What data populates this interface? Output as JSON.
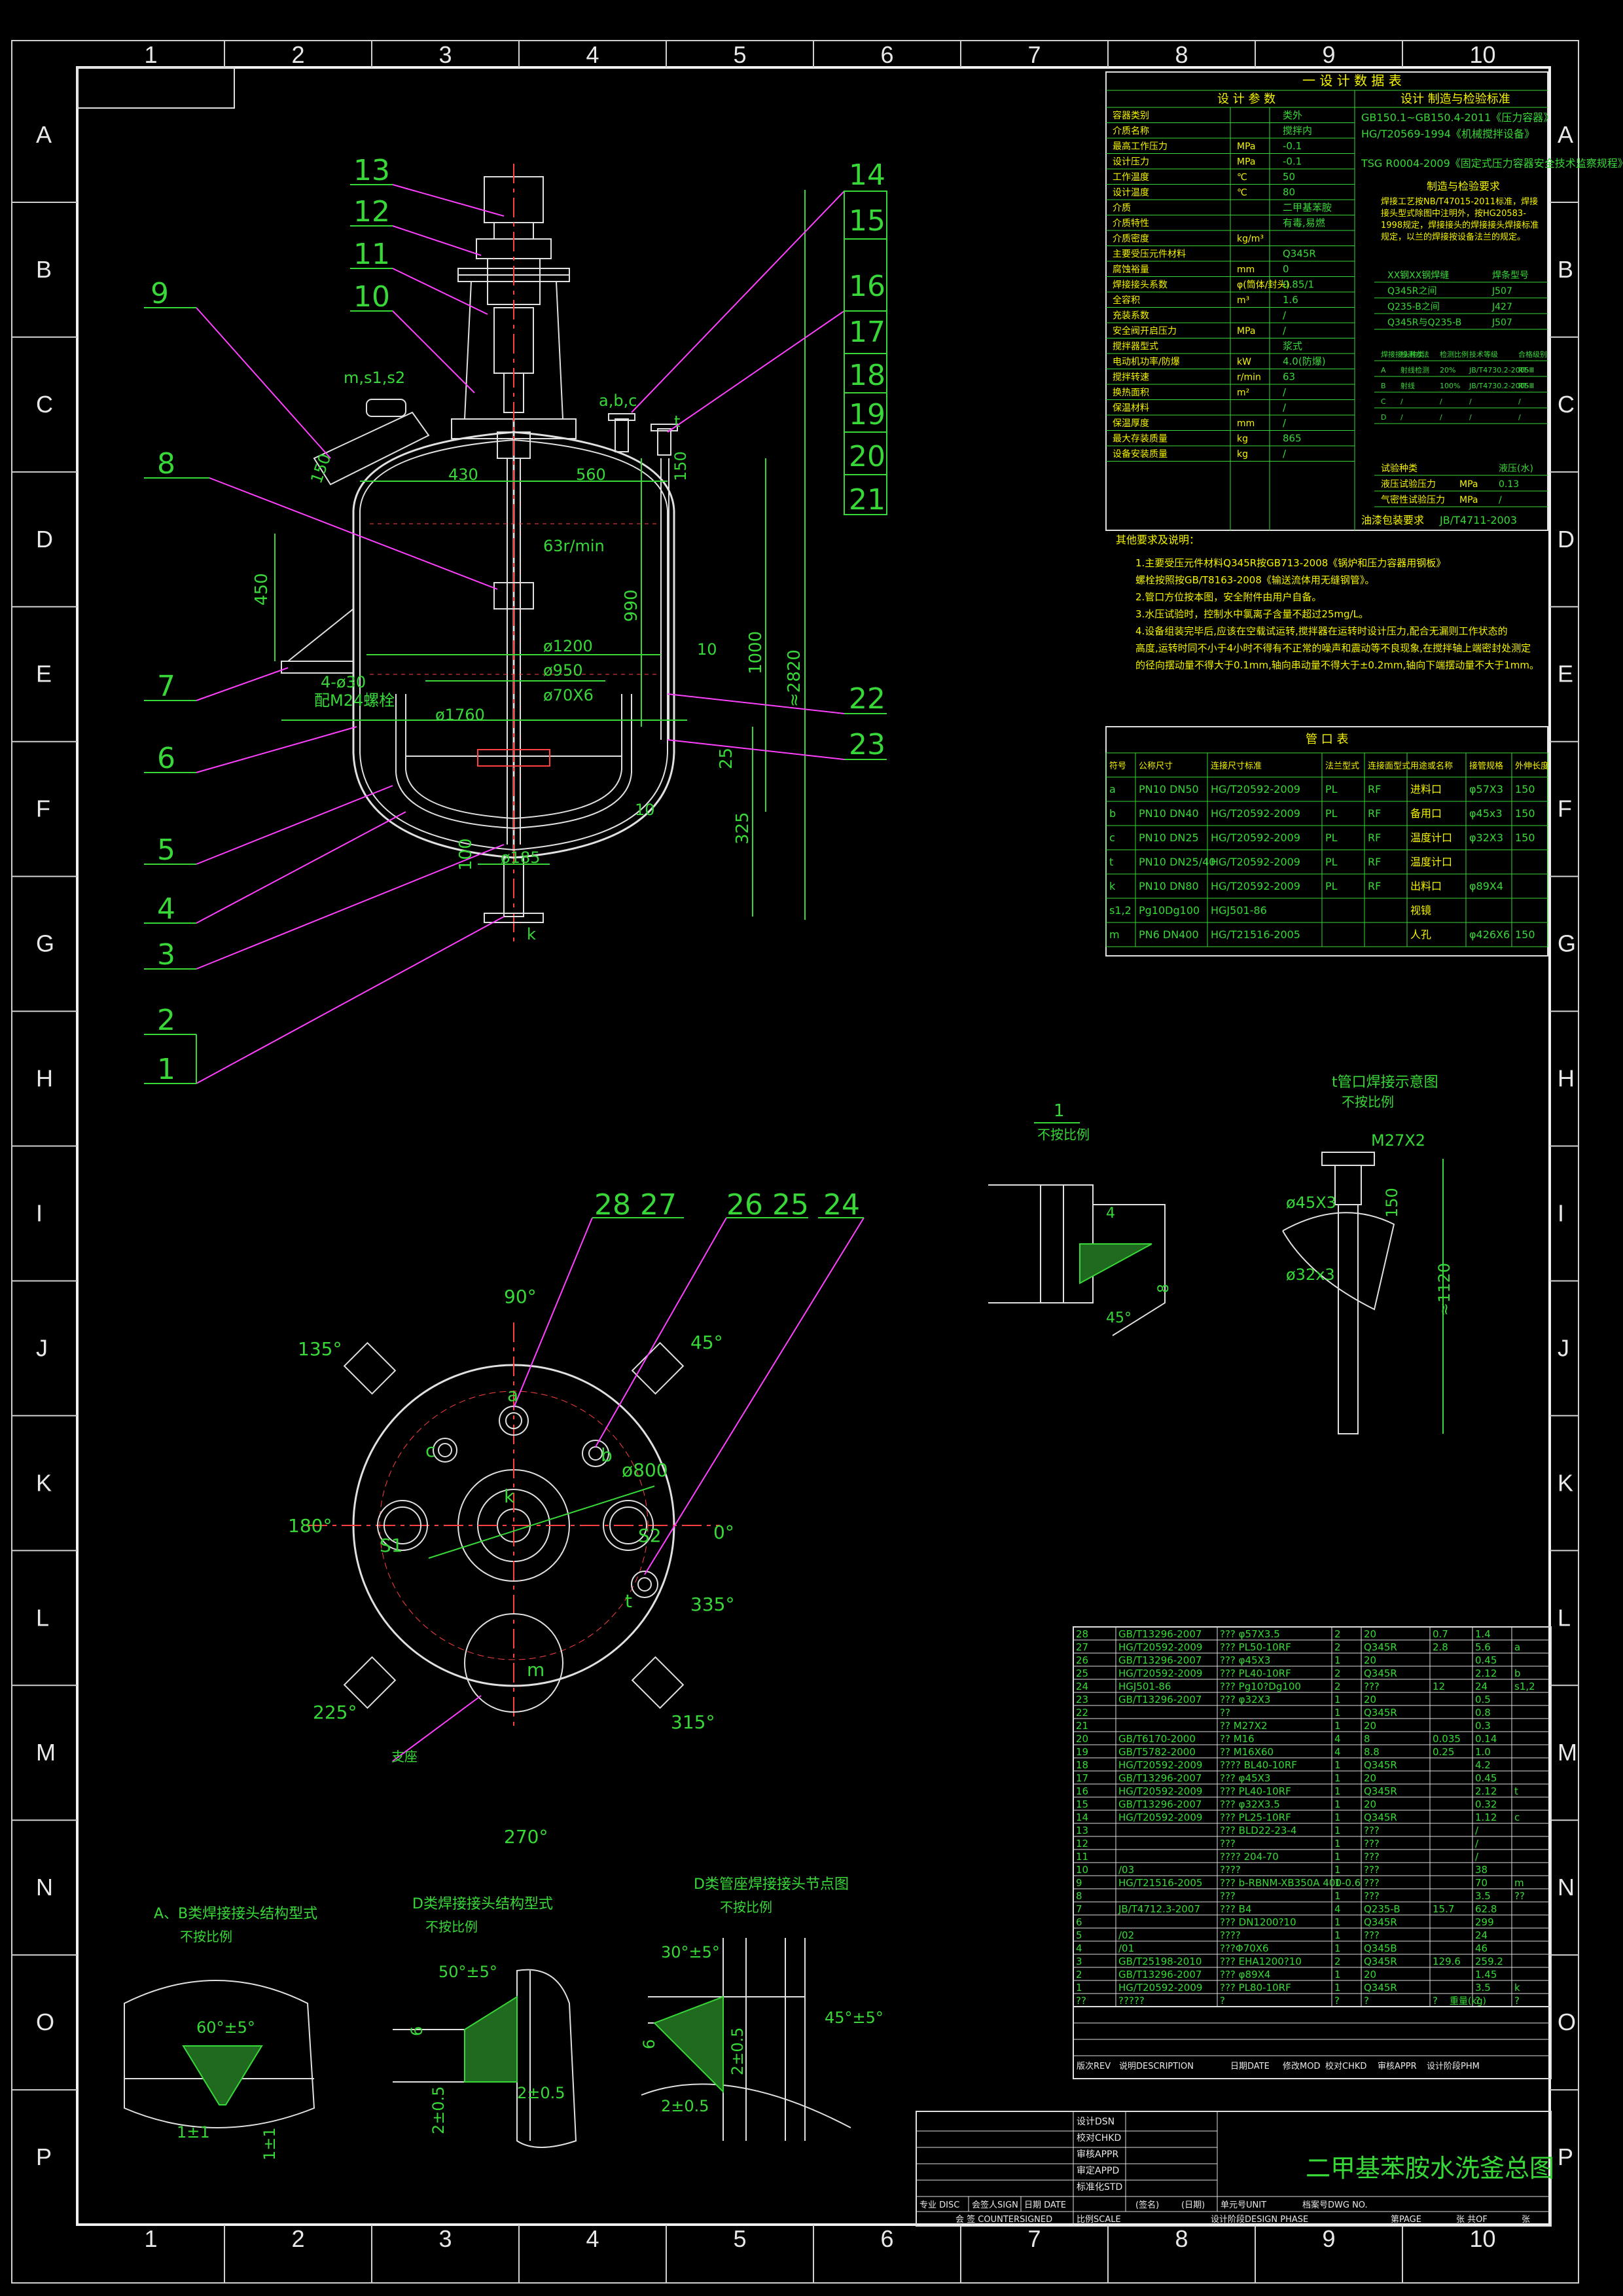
{
  "grid": {
    "cols": [
      "1",
      "2",
      "3",
      "4",
      "5",
      "6",
      "7",
      "8",
      "9",
      "10"
    ],
    "rows": [
      "A",
      "B",
      "C",
      "D",
      "E",
      "F",
      "G",
      "H",
      "I",
      "J",
      "K",
      "L",
      "M",
      "N",
      "O",
      "P"
    ]
  },
  "title_block": {
    "drawing_title": "二甲基苯胺水洗釜总图",
    "rows_left": [
      "设计DSN",
      "校对CHKD",
      "审核APPR",
      "审定APPD",
      "标准化STD"
    ],
    "bottom_labels": [
      "专业 DISC",
      "会签人SIGN",
      "日期 DATE",
      "会 签 COUNTERSIGNED"
    ],
    "footer": [
      "比例SCALE",
      "设计阶段DESIGN PHASE",
      "第PAGE",
      "张 共OF",
      "张"
    ],
    "mid": [
      "(签名)",
      "(日期)",
      "单元号UNIT",
      "档案号DWG NO."
    ],
    "rev_header": [
      "版次REV",
      "说明DESCRIPTION",
      "日期DATE",
      "修改MOD",
      "校对CHKD",
      "审核APPR",
      "设计阶段PHM"
    ]
  },
  "design_table": {
    "header": "一 设 计 数 据 表",
    "col_param": "设 计 参 数",
    "col_std": "设计 制造与检验标准",
    "rows": [
      [
        "容器类别",
        "类外"
      ],
      [
        "介质名称",
        "搅拌内"
      ],
      [
        "最高工作压力",
        "MPa",
        "-0.1"
      ],
      [
        "设计压力",
        "MPa",
        "-0.1"
      ],
      [
        "工作温度",
        "℃",
        "50"
      ],
      [
        "设计温度",
        "℃",
        "80"
      ],
      [
        "介质",
        "",
        "二甲基苯胺"
      ],
      [
        "介质特性",
        "",
        "有毒,易燃"
      ],
      [
        "介质密度",
        "kg/m³",
        ""
      ],
      [
        "主要受压元件材料",
        "",
        "Q345R"
      ],
      [
        "腐蚀裕量",
        "mm",
        "0"
      ],
      [
        "焊接接头系数",
        "φ(筒体/封头)",
        "0.85/1"
      ],
      [
        "全容积",
        "m³",
        "1.6"
      ],
      [
        "充装系数",
        "",
        "/"
      ],
      [
        "安全阀开启压力",
        "MPa",
        "/"
      ],
      [
        "搅拌器型式",
        "",
        "浆式"
      ],
      [
        "电动机功率/防爆",
        "kW",
        "4.0(防爆)"
      ],
      [
        "搅拌转速",
        "r/min",
        "63"
      ],
      [
        "换热面积",
        "m²",
        "/"
      ],
      [
        "保温材料",
        "",
        "/"
      ],
      [
        "保温厚度",
        "mm",
        "/"
      ],
      [
        "最大存装质量",
        "kg",
        "865"
      ],
      [
        "设备安装质量",
        "kg",
        "/"
      ]
    ],
    "std_lines": [
      "GB150.1~GB150.4-2011《压力容器》",
      "HG/T20569-1994《机械搅拌设备》",
      "TSG R0004-2009《固定式压力容器安全技术监察规程》"
    ],
    "std_sub": "制造与检验要求",
    "weld_text": "焊接工艺按NB/T47015-2011标准，焊接接头型式除图中注明外，按HG20583-1998规定，焊接接头的焊接接头焊接标准规定，以兰的焊接按设备法兰的规定。",
    "weld_mat": [
      [
        "XX钢XX钢焊缝",
        "焊条型号"
      ],
      [
        "Q345R之间",
        "J507"
      ],
      [
        "Q235-B之间",
        "J427"
      ],
      [
        "Q345R与Q235-B",
        "J507"
      ]
    ],
    "ndt": [
      [
        "焊接接头种类",
        "检测方法",
        "检测比例",
        "技术等级",
        "合格级别"
      ],
      [
        "A",
        "射线检测",
        "20%",
        "JB/T4730.2-2005",
        "RT-Ⅲ"
      ],
      [
        "B",
        "射线",
        "100%",
        "JB/T4730.2-2005",
        "RT-Ⅲ"
      ],
      [
        "C",
        "/",
        "/",
        "/",
        "/"
      ],
      [
        "D",
        "/",
        "/",
        "/",
        "/"
      ]
    ],
    "tests": [
      [
        "试验种类",
        "",
        "液压(水)"
      ],
      [
        "液压试验压力",
        "MPa",
        "0.13"
      ],
      [
        "气密性试验压力",
        "MPa",
        "/"
      ]
    ],
    "paint": [
      "油漆包装要求",
      "JB/T4711-2003"
    ]
  },
  "notes": {
    "title": "其他要求及说明：",
    "lines": [
      "1.主要受压元件材料Q345R按GB713-2008《锅炉和压力容器用钢板》",
      "  螺栓按照按GB/T8163-2008《输送流体用无缝钢管》。",
      "2.管口方位按本图，安全附件由用户自备。",
      "3.水压试验时，控制水中氯离子含量不超过25mg/L。",
      "4.设备组装完毕后,应该在空载试运转,搅拌器在运转时设计压力,配合无漏则工作状态的",
      "  高度,运转时同不小于4小时不得有不正常的噪声和震动等不良现象,在搅拌轴上端密封处测定",
      "  的径向摆动量不得大于0.1mm,轴向串动量不得大于±0.2mm,轴向下端摆动量不大于1mm。"
    ]
  },
  "nozzle_table": {
    "title": "管 口 表",
    "header": [
      "符号",
      "公称尺寸",
      "连接尺寸标准",
      "法兰型式",
      "连接面型式",
      "用途或名称",
      "接管规格",
      "外伸长度"
    ],
    "rows": [
      [
        "a",
        "PN10 DN50",
        "HG/T20592-2009",
        "PL",
        "RF",
        "进料口",
        "φ57X3",
        "150"
      ],
      [
        "b",
        "PN10 DN40",
        "HG/T20592-2009",
        "PL",
        "RF",
        "备用口",
        "φ45x3",
        "150"
      ],
      [
        "c",
        "PN10 DN25",
        "HG/T20592-2009",
        "PL",
        "RF",
        "温度计口",
        "φ32X3",
        "150"
      ],
      [
        "t",
        "PN10 DN25/40",
        "HG/T20592-2009",
        "PL",
        "RF",
        "温度计口",
        "",
        ""
      ],
      [
        "k",
        "PN10 DN80",
        "HG/T20592-2009",
        "PL",
        "RF",
        "出料口",
        "φ89X4",
        ""
      ],
      [
        "s1,2",
        "Pg10Dg100",
        "HGJ501-86",
        "",
        "",
        "视镜",
        "",
        ""
      ],
      [
        "m",
        "PN6 DN400",
        "HG/T21516-2005",
        "",
        "",
        "人孔",
        "φ426X6",
        "150"
      ]
    ]
  },
  "parts_list": {
    "rows": [
      [
        "28",
        "GB/T13296-2007",
        "??? φ57X3.5",
        "2",
        "20",
        "0.7",
        "1.4",
        ""
      ],
      [
        "27",
        "HG/T20592-2009",
        "??? PL50-10RF",
        "2",
        "Q345R",
        "2.8",
        "5.6",
        "a"
      ],
      [
        "26",
        "GB/T13296-2007",
        "??? φ45X3",
        "1",
        "20",
        "",
        "0.45",
        ""
      ],
      [
        "25",
        "HG/T20592-2009",
        "??? PL40-10RF",
        "2",
        "Q345R",
        "",
        "2.12",
        "b"
      ],
      [
        "24",
        "HGJ501-86",
        "??? Pg10?Dg100",
        "2",
        "???",
        "12",
        "24",
        "s1,2"
      ],
      [
        "23",
        "GB/T13296-2007",
        "??? φ32X3",
        "1",
        "20",
        "",
        "0.5",
        ""
      ],
      [
        "22",
        "",
        "??",
        "1",
        "Q345R",
        "",
        "0.8",
        ""
      ],
      [
        "21",
        "",
        "?? M27X2",
        "1",
        "20",
        "",
        "0.3",
        ""
      ],
      [
        "20",
        "GB/T6170-2000",
        "?? M16",
        "4",
        "8",
        "0.035",
        "0.14",
        ""
      ],
      [
        "19",
        "GB/T5782-2000",
        "?? M16X60",
        "4",
        "8.8",
        "0.25",
        "1.0",
        ""
      ],
      [
        "18",
        "HG/T20592-2009",
        "???? BL40-10RF",
        "1",
        "Q345R",
        "",
        "4.2",
        ""
      ],
      [
        "17",
        "GB/T13296-2007",
        "??? φ45X3",
        "1",
        "20",
        "",
        "0.45",
        ""
      ],
      [
        "16",
        "HG/T20592-2009",
        "??? PL40-10RF",
        "1",
        "Q345R",
        "",
        "2.12",
        "t"
      ],
      [
        "15",
        "GB/T13296-2007",
        "??? φ32X3.5",
        "1",
        "20",
        "",
        "0.32",
        ""
      ],
      [
        "14",
        "HG/T20592-2009",
        "??? PL25-10RF",
        "1",
        "Q345R",
        "",
        "1.12",
        "c"
      ],
      [
        "13",
        "",
        "??? BLD22-23-4",
        "1",
        "???",
        "",
        "/",
        ""
      ],
      [
        "12",
        "",
        "???",
        "1",
        "???",
        "",
        "/",
        ""
      ],
      [
        "11",
        "",
        "???? 204-70",
        "1",
        "???",
        "",
        "/",
        ""
      ],
      [
        "10",
        "/03",
        "????",
        "1",
        "???",
        "",
        "38",
        ""
      ],
      [
        "9",
        "HG/T21516-2005",
        "??? b-RBNM-XB350A 400-0.6",
        "1",
        "???",
        "",
        "70",
        "m"
      ],
      [
        "8",
        "",
        "???",
        "1",
        "???",
        "",
        "3.5",
        "??"
      ],
      [
        "7",
        "JB/T4712.3-2007",
        "??? B4",
        "4",
        "Q235-B",
        "15.7",
        "62.8",
        ""
      ],
      [
        "6",
        "",
        "??? DN1200?10",
        "1",
        "Q345R",
        "",
        "299",
        ""
      ],
      [
        "5",
        "/02",
        "????",
        "1",
        "???",
        "",
        "24",
        ""
      ],
      [
        "4",
        "/01",
        "???Φ70X6",
        "1",
        "Q345B",
        "",
        "46",
        ""
      ],
      [
        "3",
        "GB/T25198-2010",
        "??? EHA1200?10",
        "2",
        "Q345R",
        "129.6",
        "259.2",
        ""
      ],
      [
        "2",
        "GB/T13296-2007",
        "??? φ89X4",
        "1",
        "20",
        "",
        "1.45",
        ""
      ],
      [
        "1",
        "HG/T20592-2009",
        "??? PL80-10RF",
        "1",
        "Q345R",
        "",
        "3.5",
        "k"
      ],
      [
        "??",
        "?????",
        "?",
        "?",
        "?",
        "?",
        "?",
        "?"
      ]
    ],
    "foot": "重量(kg)"
  },
  "main_view": {
    "leaders": [
      "13",
      "12",
      "11",
      "10",
      "9",
      "8",
      "7",
      "6",
      "5",
      "4",
      "3",
      "2",
      "1",
      "14",
      "15",
      "16",
      "17",
      "18",
      "19",
      "20",
      "21",
      "22",
      "23"
    ],
    "dims": {
      "d1200": "ø1200",
      "d950": "ø950",
      "d70": "ø70X6",
      "d1760": "ø1760",
      "d185": "ø185",
      "h2820": "≈2820",
      "h1000": "1000",
      "h990": "990",
      "h450": "450",
      "h325": "325",
      "h25": "25",
      "h10": "10",
      "h100": "100",
      "w430": "430",
      "w560": "560",
      "w150": "150",
      "speed": "63r/min",
      "bolt": "4-ø30",
      "bolt2": "配M24螺栓",
      "d150": "150",
      "n_abc": "a,b,c",
      "n_t": "t",
      "n_ms": "m,s1,s2",
      "n_k": "k",
      "w10b": "10"
    }
  },
  "plan_view": {
    "leaders": [
      "28 27",
      "26 25",
      "24"
    ],
    "angles": [
      "90°",
      "45°",
      "135°",
      "180°",
      "0°",
      "225°",
      "315°",
      "335°",
      "270°"
    ],
    "labels": [
      "a",
      "b",
      "c",
      "k",
      "S1",
      "S2",
      "t",
      "m",
      "ø800"
    ],
    "support": "支座"
  },
  "detail1": {
    "title": "1",
    "scale": "不按比例",
    "dims": [
      "4",
      "8",
      "45°"
    ]
  },
  "detail_t": {
    "title": "t管口焊接示意图",
    "scale": "不按比例",
    "dims": [
      "M27X2",
      "ø45X3",
      "150",
      "ø32x3",
      "≈1120"
    ]
  },
  "weld_details": [
    {
      "title": "A、B类焊接接头结构型式",
      "scale": "不按比例",
      "dims": [
        "60°±5°",
        "1±1",
        "1±1"
      ]
    },
    {
      "title": "D类焊接接头结构型式",
      "scale": "不按比例",
      "dims": [
        "50°±5°",
        "6",
        "2±0.5",
        "2±0.5"
      ]
    },
    {
      "title": "D类管座焊接接头节点图",
      "scale": "不按比例",
      "dims": [
        "30°±5°",
        "45°±5°",
        "6",
        "2±0.5",
        "2±0.5"
      ]
    }
  ]
}
